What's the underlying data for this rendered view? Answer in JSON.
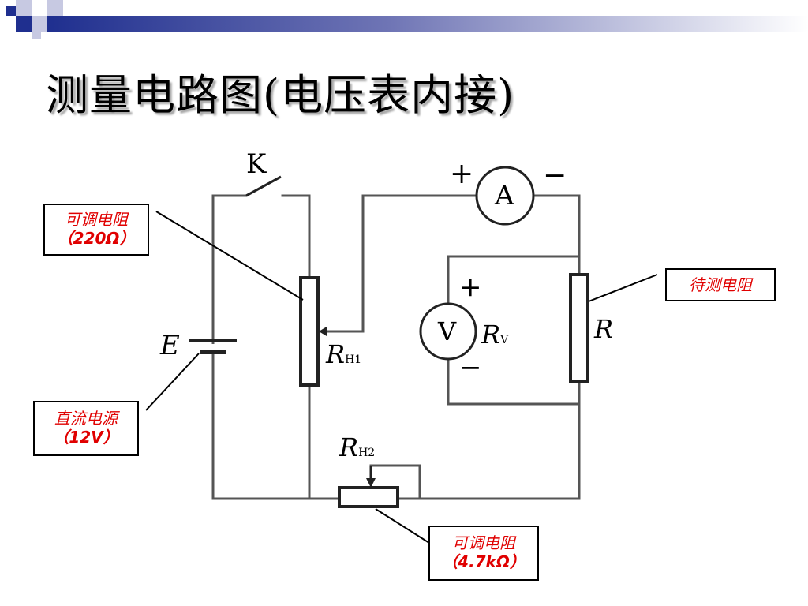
{
  "slide": {
    "title": "测量电路图(电压表内接)",
    "accent_color": "#1f2f8f"
  },
  "callouts": {
    "rh1": {
      "line1": "可调电阻",
      "line2": "（220Ω）"
    },
    "source": {
      "line1": "直流电源",
      "line2": "（12V）"
    },
    "rh2": {
      "line1": "可调电阻",
      "line2": "（4.7kΩ）"
    },
    "r": {
      "line1": "待测电阻"
    },
    "text_color": "#e00000"
  },
  "circuit": {
    "switch_label": "K",
    "ammeter_symbol": "A",
    "voltmeter_symbol": "V",
    "ammeter_plus": "+",
    "ammeter_minus": "−",
    "voltmeter_plus": "+",
    "voltmeter_minus": "−",
    "source_label": "E",
    "r_label": "R",
    "rv_main": "R",
    "rv_sub": "V",
    "rh1_main": "R",
    "rh1_sub": "H1",
    "rh2_main": "R",
    "rh2_sub": "H2"
  }
}
